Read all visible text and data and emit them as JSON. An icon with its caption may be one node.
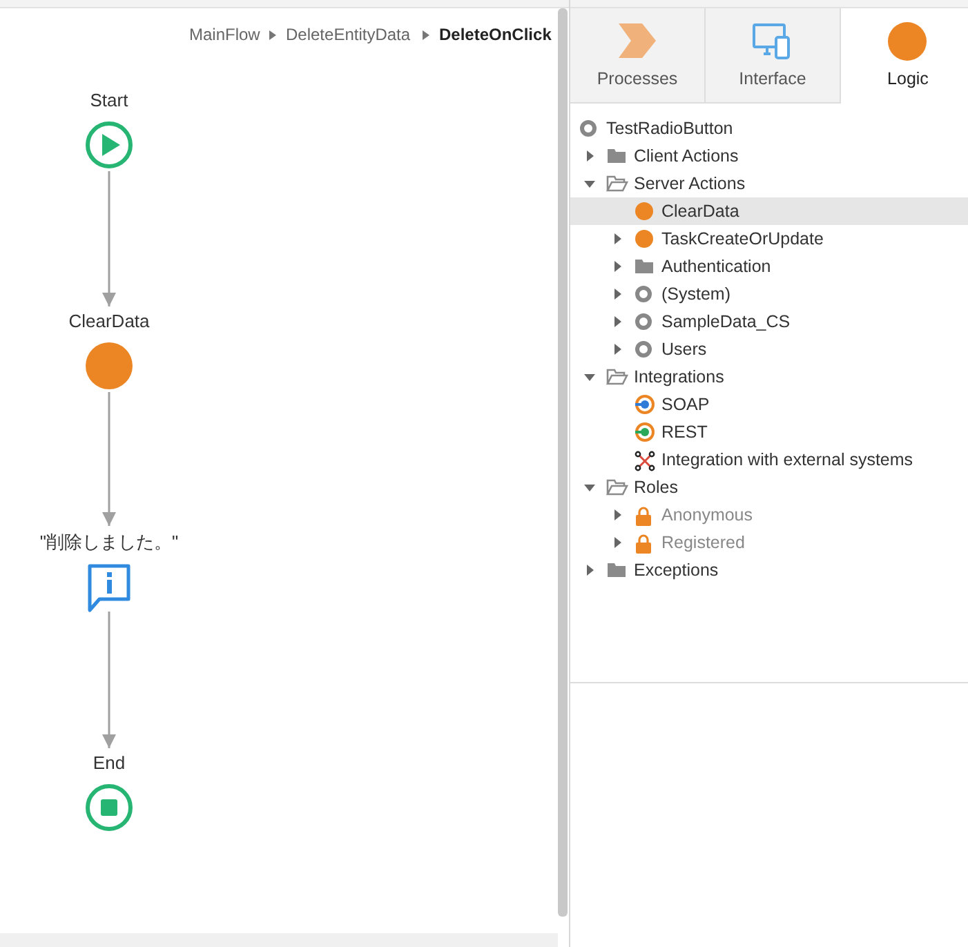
{
  "diagram": {
    "nodes": [
      {
        "text": [
          "Start"
        ]
      },
      {
        "text": [
          "ClearData"
        ]
      },
      {
        "text": [
          "\"削除しました。\""
        ]
      },
      {
        "text": [
          "End"
        ]
      }
    ],
    "edges": [
      {
        "from": 0,
        "to": 1,
        "arrow": "to"
      },
      {
        "from": 1,
        "to": 2,
        "arrow": "to"
      },
      {
        "from": 2,
        "to": 3,
        "arrow": "to"
      }
    ],
    "labels": [
      "MainFlow",
      "DeleteEntityData",
      "DeleteOnClick",
      "Processes",
      "Interface",
      "Logic",
      "TestRadioButton",
      "Client Actions",
      "Server Actions",
      "ClearData",
      "TaskCreateOrUpdate",
      "Authentication",
      "(System)",
      "SampleData_CS",
      "Users",
      "Integrations",
      "SOAP",
      "REST",
      "Integration with external systems",
      "Roles",
      "Anonymous",
      "Registered",
      "Exceptions"
    ]
  }
}
